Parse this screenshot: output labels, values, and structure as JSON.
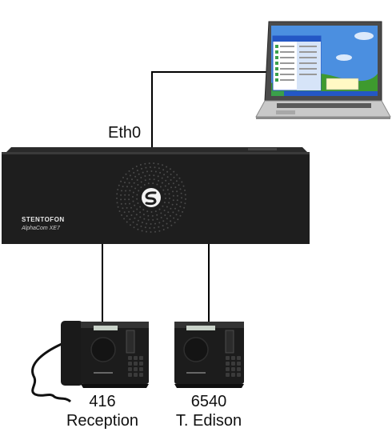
{
  "diagram": {
    "port_label": "Eth0",
    "exchange": {
      "brand": "STENTOFON",
      "model": "AlphaCom XE7"
    },
    "stations": [
      {
        "number": "416",
        "name": "Reception"
      },
      {
        "number": "6540",
        "name": "T. Edison"
      }
    ]
  },
  "colors": {
    "exchange_body": "#1e1e1e",
    "exchange_top": "#2a2a2a",
    "wire": "#000000",
    "laptop_screen": "#2f6fd1",
    "desktop_sky": "#4b8fe0",
    "desktop_hill": "#3e9a2e",
    "taskbar": "#2457c5"
  }
}
